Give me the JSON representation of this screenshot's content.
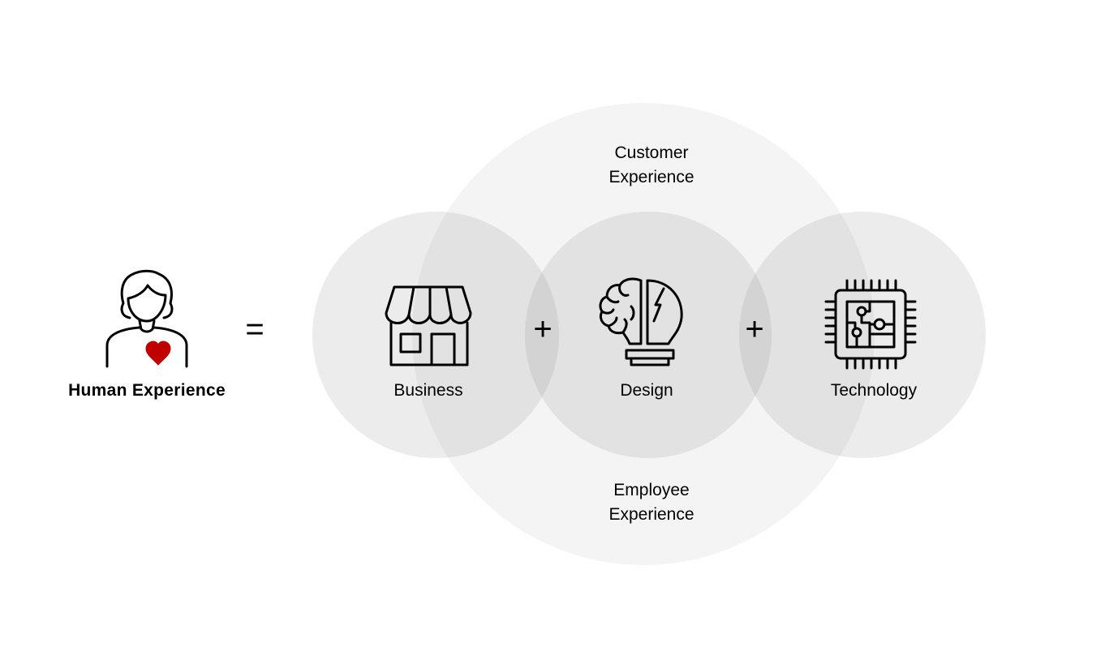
{
  "colors": {
    "outer_circle": "#f4f4f4",
    "inner_circle": "#e4e4e4",
    "heart": "#c00000",
    "text": "#000000",
    "stroke": "#000000"
  },
  "human": {
    "label": "Human Experience",
    "icon": "person-with-heart-icon"
  },
  "operators": {
    "equals": "=",
    "plus_1": "+",
    "plus_2": "+"
  },
  "outer_circle": {
    "top_label_line1": "Customer",
    "top_label_line2": "Experience",
    "bottom_label_line1": "Employee",
    "bottom_label_line2": "Experience"
  },
  "pillars": [
    {
      "label": "Business",
      "icon": "storefront-icon"
    },
    {
      "label": "Design",
      "icon": "brain-lightbulb-icon"
    },
    {
      "label": "Technology",
      "icon": "circuit-chip-icon"
    }
  ]
}
